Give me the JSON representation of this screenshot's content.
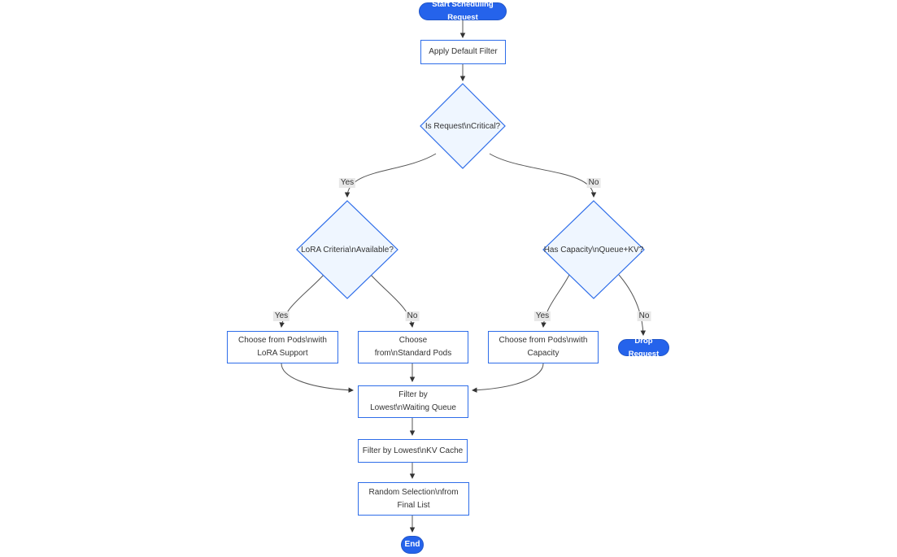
{
  "diagram": {
    "type": "flowchart",
    "background": "#ffffff",
    "colors": {
      "accent_fill": "#2563eb",
      "node_border": "#2e6de9",
      "decision_fill": "#eff6ff",
      "text": "#333333",
      "edge_line": "#555555",
      "arrowhead": "#333333",
      "edge_label_bg": "#e8e8e8"
    },
    "nodes": {
      "start": {
        "label": "Start Scheduling Request",
        "shape": "pill"
      },
      "apply_filter": {
        "label": "Apply Default Filter",
        "shape": "rect"
      },
      "is_critical": {
        "label": "Is Request\\nCritical?",
        "shape": "diamond"
      },
      "lora_criteria": {
        "label": "LoRA Criteria\\nAvailable?",
        "shape": "diamond"
      },
      "has_capacity": {
        "label": "Has Capacity\\nQueue+KV?",
        "shape": "diamond"
      },
      "choose_lora_pods": {
        "label": "Choose from Pods\\nwith LoRA Support",
        "shape": "rect"
      },
      "choose_standard_pods": {
        "label": "Choose from\\nStandard Pods",
        "shape": "rect"
      },
      "choose_capacity_pods": {
        "label": "Choose from Pods\\nwith Capacity",
        "shape": "rect"
      },
      "drop_request": {
        "label": "Drop Request",
        "shape": "pill"
      },
      "filter_waiting_queue": {
        "label": "Filter by Lowest\\nWaiting Queue",
        "shape": "rect"
      },
      "filter_kv_cache": {
        "label": "Filter by Lowest\\nKV Cache",
        "shape": "rect"
      },
      "random_selection": {
        "label": "Random Selection\\nfrom Final List",
        "shape": "rect"
      },
      "end": {
        "label": "End",
        "shape": "pill"
      }
    },
    "edge_labels": {
      "critical_yes": "Yes",
      "critical_no": "No",
      "lora_yes": "Yes",
      "lora_no": "No",
      "capacity_yes": "Yes",
      "capacity_no": "No"
    }
  }
}
